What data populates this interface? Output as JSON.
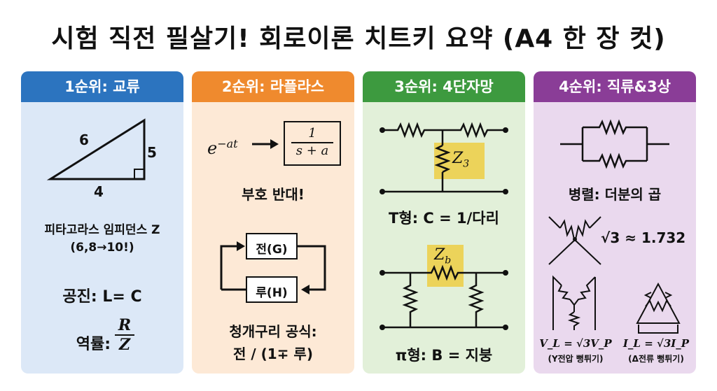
{
  "title": "시험 직전 필살기! 회로이론 치트키 요약 (A4 한 장 컷)",
  "panels": {
    "p1": {
      "header": "1순위: 교류",
      "tri_a": "6",
      "tri_b": "5",
      "tri_c": "4",
      "line1": "피타고라스 임피던스 Z",
      "line2": "(6,8→10!)",
      "line3": "공진: L= C",
      "line4": "역률:",
      "frac_num": "R",
      "frac_den": "Z"
    },
    "p2": {
      "header": "2순위: 라플라스",
      "expr_left": "e",
      "expr_sup": "−at",
      "frac_num": "1",
      "frac_den": "s + a",
      "line1": "부호 반대!",
      "box_top": "전(G)",
      "box_bottom": "루(H)",
      "line2": "청개구리 공식:",
      "line3": "전 / (1∓ 루)"
    },
    "p3": {
      "header": "3순위: 4단자망",
      "z3": "Z",
      "z3_sub": "3",
      "line1": "T형: C = 1/다리",
      "zb": "Z",
      "zb_sub": "b",
      "line2": "π형: B = 지붕"
    },
    "p4": {
      "header": "4순위: 직류&3상",
      "line1": "병렬: 더분의 곱",
      "sqrt": "√3 ≈ 1.732",
      "vl": "V_L = √3V_P",
      "vl_note": "(Y전압 뻥튀기)",
      "il": "I_L = √3I_P",
      "il_note": "(Δ전류 뻥튀기)"
    }
  },
  "colors": {
    "blue": "#2c74bf",
    "orange": "#ef8a2e",
    "green": "#3d9a3f",
    "purple": "#8a3d97",
    "highlight": "#ecd35a"
  }
}
